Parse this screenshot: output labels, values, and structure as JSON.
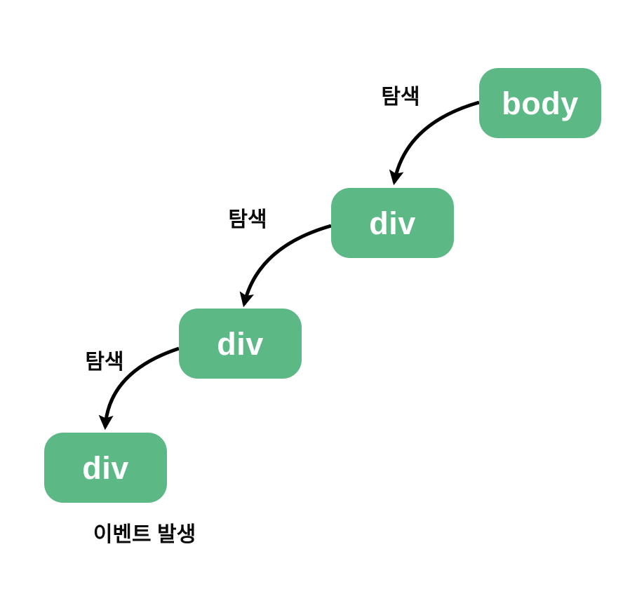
{
  "diagram": {
    "nodes": [
      "body",
      "div",
      "div",
      "div"
    ],
    "edges": [
      "탐색",
      "탐색",
      "탐색"
    ],
    "caption": "이벤트 발생",
    "colors": {
      "node_fill": "#5cb885",
      "node_text": "#ffffff",
      "arrow": "#000000",
      "label_text": "#0a0a0a",
      "background": "#ffffff"
    }
  }
}
